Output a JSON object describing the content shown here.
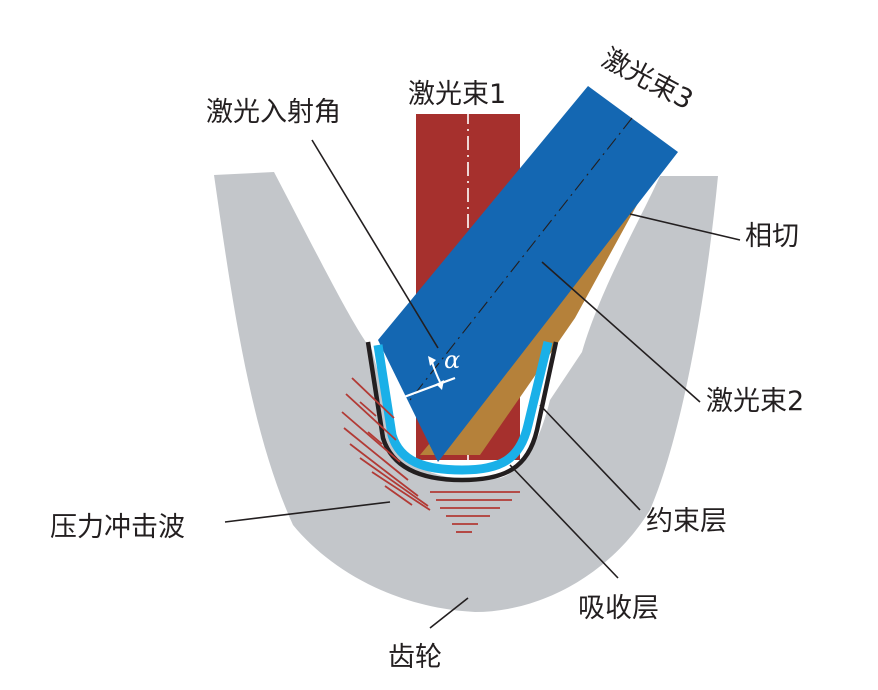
{
  "labels": {
    "beam1": "激光束1",
    "beam2": "激光束2",
    "beam3": "激光束3",
    "incidence_angle": "激光入射角",
    "tangent": "相切",
    "confinement_layer": "约束层",
    "absorption_layer": "吸收层",
    "pressure_wave": "压力冲击波",
    "gear": "齿轮",
    "alpha": "α"
  },
  "colors": {
    "gear": "#c3c6ca",
    "beam1": "#a6302d",
    "beam2": "#b5813a",
    "beam3": "#1467b2",
    "confinement": "#1ab0e8",
    "absorption": "#231f20",
    "wave": "#b23a35"
  }
}
